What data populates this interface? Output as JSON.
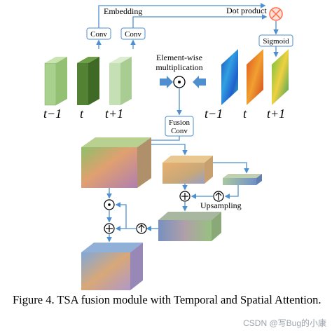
{
  "labels": {
    "embedding": "Embedding",
    "dot_product": "Dot product",
    "conv_left": "Conv",
    "conv_right": "Conv",
    "sigmoid": "Sigmoid",
    "element_wise_1": "Element-wise",
    "element_wise_2": "multiplication",
    "fusion_1": "Fusion",
    "fusion_2": "Conv",
    "upsampling": "Upsampling",
    "frame_prev": "t−1",
    "frame_cur": "t",
    "frame_next": "t+1",
    "attn_prev": "t−1",
    "attn_cur": "t",
    "attn_next": "t+1"
  },
  "symbols": {
    "dot": "⊙",
    "plus": "⊕",
    "up": "↑",
    "times": "⊗"
  },
  "colors": {
    "arrow": "#4f8fcf",
    "frame_light": "#a9d18e",
    "frame_dark": "#548235",
    "frame_pale": "#c5e0b4",
    "dot_product_circle": "#ff6b4a"
  },
  "caption": "Figure 4.  TSA fusion module with Temporal and Spatial Attention.",
  "watermark": "CSDN @写Bug的小康"
}
